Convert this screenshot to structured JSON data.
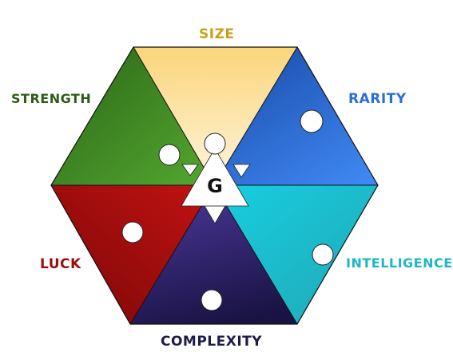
{
  "center_label": "G",
  "segments": [
    {
      "id": "size",
      "label": "SIZE",
      "color": "#C9A018",
      "fill_top": "#FAD57A",
      "fill_bottom": "#FFF6E0"
    },
    {
      "id": "rarity",
      "label": "RARITY",
      "color": "#2A6FD6",
      "fill_top": "#1E50B0",
      "fill_bottom": "#3F86F0"
    },
    {
      "id": "intelligence",
      "label": "INTELLIGENCE",
      "color": "#1FB5C4",
      "fill_top": "#16CCDD",
      "fill_bottom": "#20A9B8"
    },
    {
      "id": "complexity",
      "label": "COMPLEXITY",
      "color": "#1E1A4A",
      "fill_top": "#4A3596",
      "fill_bottom": "#1A1446"
    },
    {
      "id": "luck",
      "label": "LUCK",
      "color": "#9A0D0D",
      "fill_top": "#C11010",
      "fill_bottom": "#7E0808"
    },
    {
      "id": "strength",
      "label": "STRENGTH",
      "color": "#2F5A17",
      "fill_top": "#2F6A1A",
      "fill_bottom": "#4C9B2A"
    }
  ]
}
